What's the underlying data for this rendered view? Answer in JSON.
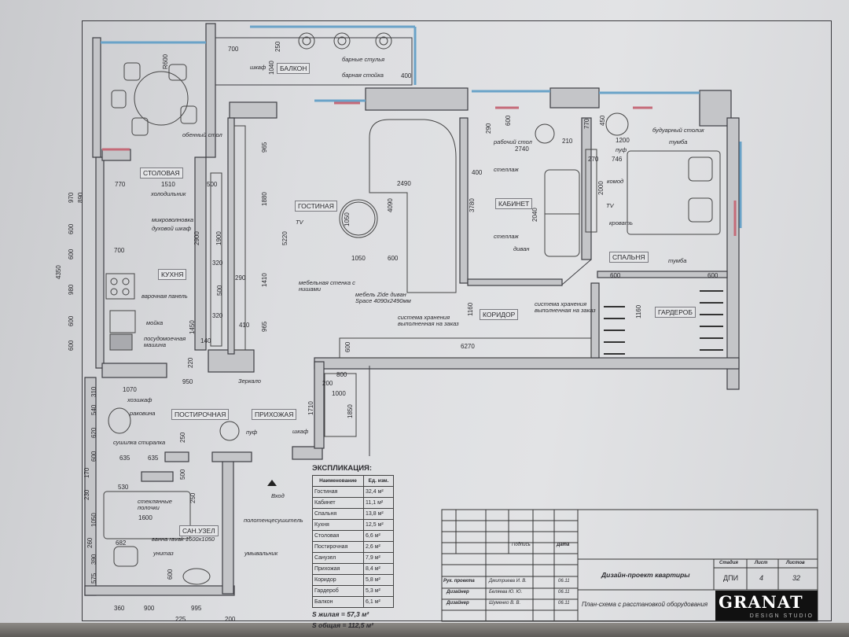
{
  "rooms": {
    "dining": "СТОЛОВАЯ",
    "balcony": "БАЛКОН",
    "living": "ГОСТИНАЯ",
    "kitchen": "КУХНЯ",
    "office": "КАБИНЕТ",
    "bedroom": "СПАЛЬНЯ",
    "corridor": "КОРИДОР",
    "wardrobe": "ГАРДЕРОБ",
    "laundry": "ПОСТИРОЧНАЯ",
    "hall": "ПРИХОЖАЯ",
    "bathroom": "САН.УЗЕЛ"
  },
  "furniture": {
    "dining_table": "обенный стол",
    "wardrobe_balcony": "шкаф",
    "bar_stools": "барные стулья",
    "bar_counter": "барная стойка",
    "fridge": "холодильник",
    "microwave": "микроволновка",
    "oven": "духовой шкаф",
    "cooktop": "варочная панель",
    "sink": "мойка",
    "dishwasher": "посудомоечная машина",
    "tv_living": "TV",
    "wall_unit": "мебельная стенка с нишами",
    "sofa_living": "мебель Zide диван Space 4090х2490мм",
    "storage1": "система хранения выполненная на заказ",
    "storage2": "система хранения выполненная на заказ",
    "mirror": "Зеркало",
    "desk": "рабочий стол",
    "shelf1": "стеллаж",
    "shelf2": "стеллаж",
    "sofa_office": "диван",
    "pouf_bed": "пуф",
    "vanity": "будуарный столик",
    "nightstand1": "тумба",
    "nightstand2": "тумба",
    "dresser": "комод",
    "tv_bed": "TV",
    "bed": "кровать",
    "storage_cabinet": "хозшкаф",
    "washbasin": "раковина",
    "dryer_washer": "сушилка стиралка",
    "pouf_hall": "пуф",
    "wardrobe_hall": "шкаф",
    "entrance": "Вход",
    "glass_shelves": "стеклянные полочки",
    "towel_dryer": "полотенцесушитель",
    "bathtub": "ванна ravak 1600х1050",
    "toilet": "унитаз",
    "basin": "умывальник"
  },
  "dims": [
    "4350",
    "970",
    "890",
    "600",
    "600",
    "980",
    "600",
    "600",
    "770",
    "1510",
    "500",
    "700",
    "2900",
    "1900",
    "320",
    "290",
    "500",
    "320",
    "1450",
    "140",
    "220",
    "410",
    "1880",
    "5220",
    "1410",
    "965",
    "965",
    "950",
    "2490",
    "4090",
    "1050",
    "1050",
    "600",
    "3780",
    "1160",
    "6270",
    "600",
    "700",
    "250",
    "1040",
    "400",
    "R600",
    "290",
    "600",
    "770",
    "2740",
    "210",
    "400",
    "2040",
    "450",
    "1200",
    "270",
    "746",
    "2000",
    "600",
    "600",
    "1160",
    "800",
    "200",
    "1000",
    "1850",
    "1710",
    "310",
    "540",
    "1070",
    "620",
    "635",
    "635",
    "600",
    "170",
    "230",
    "530",
    "250",
    "500",
    "250",
    "1050",
    "1600",
    "260",
    "682",
    "390",
    "575",
    "600",
    "360",
    "900",
    "995",
    "225",
    "200"
  ],
  "explication": {
    "title": "ЭКСПЛИКАЦИЯ:",
    "headers": [
      "Наименование",
      "Ед. изм."
    ],
    "rows": [
      [
        "Гостиная",
        "32,4 м²"
      ],
      [
        "Кабинет",
        "11,1 м²"
      ],
      [
        "Спальня",
        "13,8 м²"
      ],
      [
        "Кухня",
        "12,5 м²"
      ],
      [
        "Столовая",
        "6,6 м²"
      ],
      [
        "Постирочная",
        "2,6 м²"
      ],
      [
        "Санузел",
        "7,9 м²"
      ],
      [
        "Прихожая",
        "8,4 м²"
      ],
      [
        "Коридор",
        "5,8 м²"
      ],
      [
        "Гардероб",
        "5,3 м²"
      ],
      [
        "Балкон",
        "6,1 м²"
      ]
    ],
    "living_area": "S жилая  = 57,3 м²",
    "total_area": "S общая  = 112,5 м²"
  },
  "title_block": {
    "signature_label": "Подпись",
    "date_label": "Дата",
    "staff": [
      {
        "role": "Рук. проекта",
        "name": "Дмитриева И. В.",
        "date": "06.11"
      },
      {
        "role": "Дизайнер",
        "name": "Беляева Ю. Ю.",
        "date": "06.11"
      },
      {
        "role": "Дизайнер",
        "name": "Шуменко В. В.",
        "date": "06.11"
      }
    ],
    "project": "Дизайн-проект квартиры",
    "sheet_title": "План-схема с расстановкой оборудования",
    "stage_label": "Стадия",
    "sheet_label": "Лист",
    "sheets_label": "Листов",
    "stage": "ДПИ",
    "sheet": "4",
    "sheets": "32",
    "logo": "GRANAT",
    "logo_sub": "DESIGN STUDIO"
  }
}
